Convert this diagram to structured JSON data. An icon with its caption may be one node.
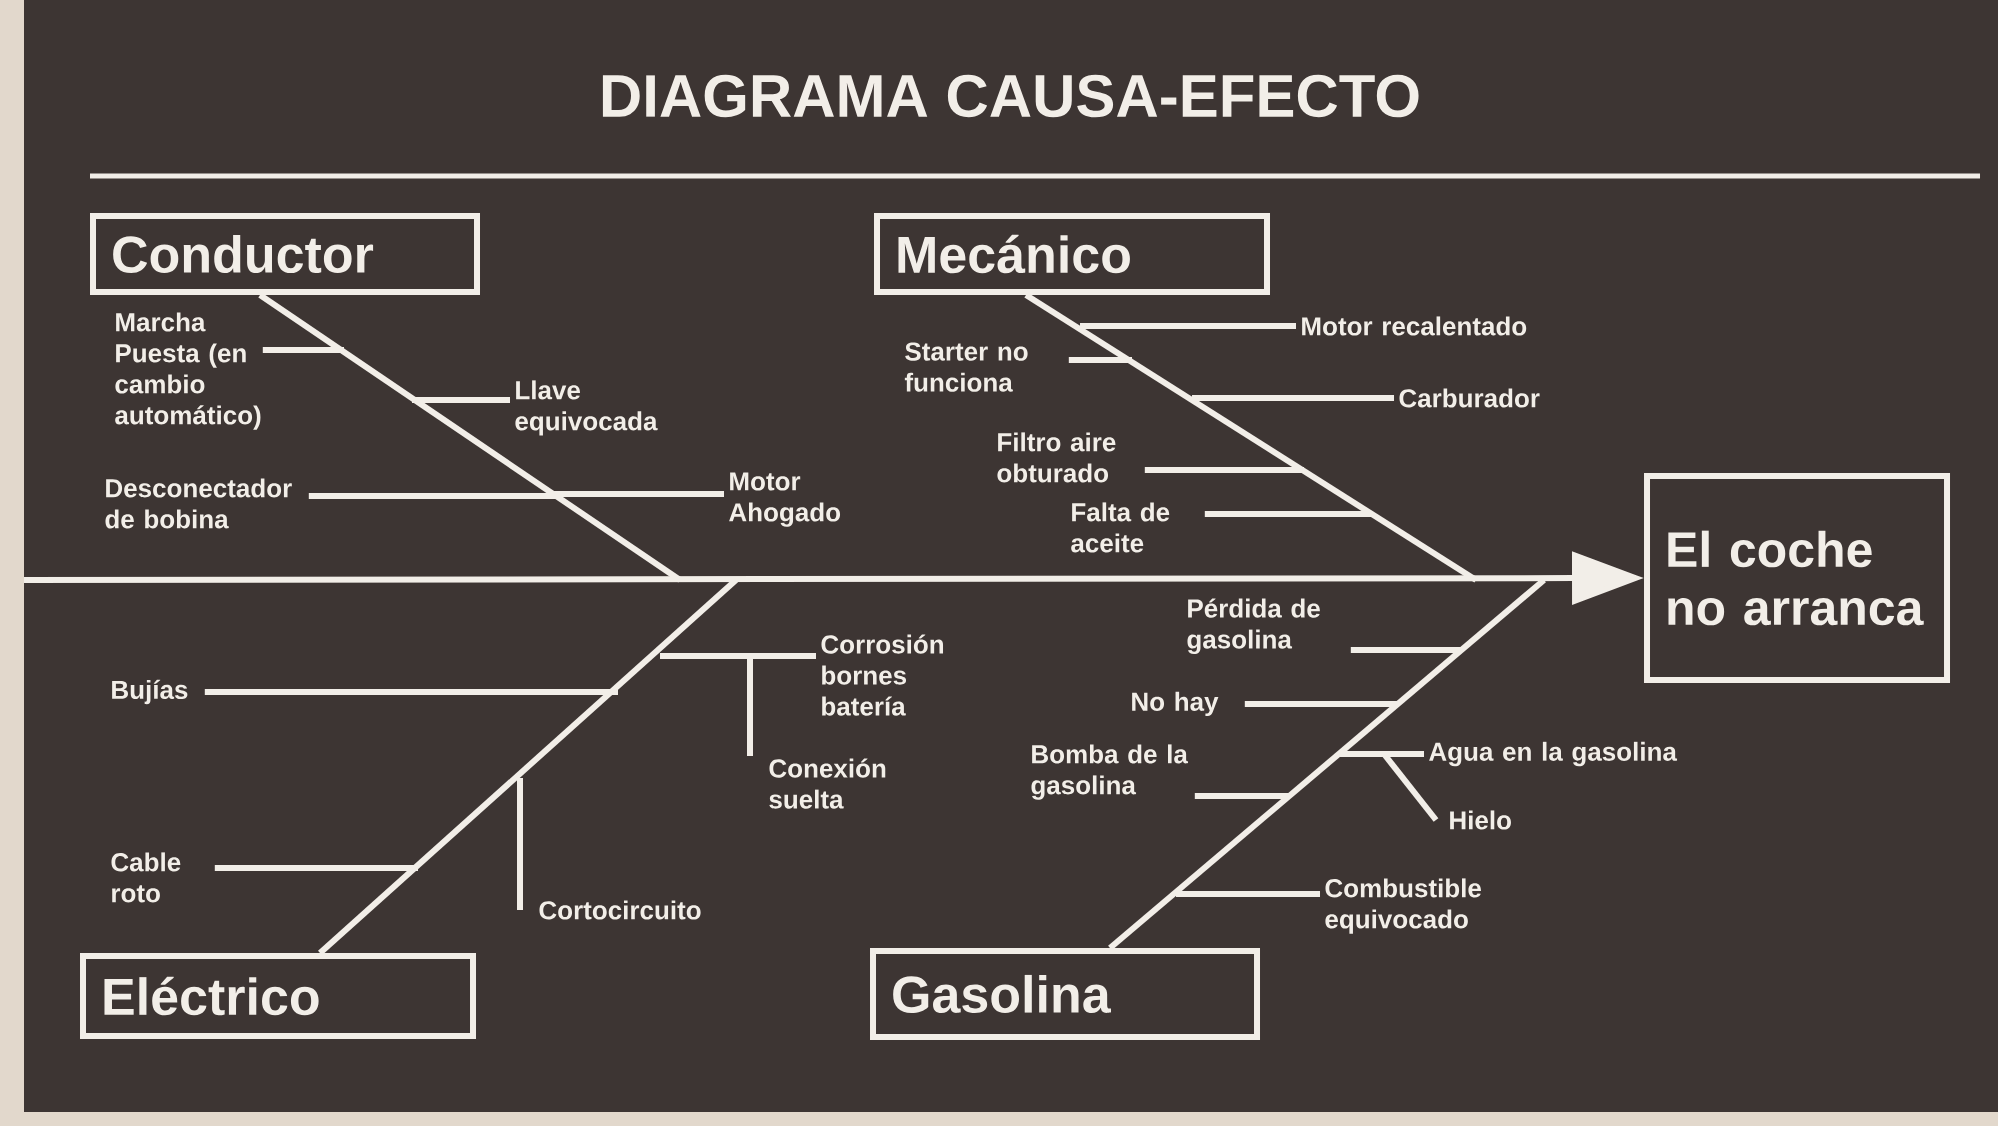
{
  "diagram": {
    "title": "DIAGRAMA CAUSA-EFECTO",
    "nodes": [
      {
        "text": [
          "Conductor"
        ]
      },
      {
        "text": [
          "Marcha Puesta (en cambio automático)"
        ]
      },
      {
        "text": [
          "Llave equivocada"
        ]
      },
      {
        "text": [
          "Desconectador de bobina"
        ]
      },
      {
        "text": [
          "Motor Ahogado"
        ]
      },
      {
        "text": [
          "Mecánico"
        ]
      },
      {
        "text": [
          "Motor recalentado"
        ]
      },
      {
        "text": [
          "Starter no funciona"
        ]
      },
      {
        "text": [
          "Carburador"
        ]
      },
      {
        "text": [
          "Filtro aire obturado"
        ]
      },
      {
        "text": [
          "Falta de aceite"
        ]
      },
      {
        "text": [
          "El coche no arranca"
        ]
      },
      {
        "text": [
          "Bujías"
        ]
      },
      {
        "text": [
          "Corrosión bornes batería"
        ]
      },
      {
        "text": [
          "Conexión suelta"
        ]
      },
      {
        "text": [
          "Cable roto"
        ]
      },
      {
        "text": [
          "Cortocircuito"
        ]
      },
      {
        "text": [
          "Eléctrico"
        ]
      },
      {
        "text": [
          "Pérdida de gasolina"
        ]
      },
      {
        "text": [
          "No hay"
        ]
      },
      {
        "text": [
          "Agua en la gasolina"
        ]
      },
      {
        "text": [
          "Hielo"
        ]
      },
      {
        "text": [
          "Bomba de la gasolina"
        ]
      },
      {
        "text": [
          "Combustible equivocado"
        ]
      },
      {
        "text": [
          "Gasolina"
        ]
      }
    ],
    "edges": [
      {
        "from": null,
        "to": 11,
        "arrow": "to"
      },
      {
        "from": 0,
        "to": null,
        "arrow": "none"
      },
      {
        "from": 5,
        "to": null,
        "arrow": "none"
      },
      {
        "from": 17,
        "to": null,
        "arrow": "none"
      },
      {
        "from": 24,
        "to": null,
        "arrow": "none"
      },
      {
        "from": 1,
        "to": null,
        "arrow": "none"
      },
      {
        "from": 2,
        "to": null,
        "arrow": "none"
      },
      {
        "from": 3,
        "to": null,
        "arrow": "none"
      },
      {
        "from": 4,
        "to": null,
        "arrow": "none"
      },
      {
        "from": 6,
        "to": null,
        "arrow": "none"
      },
      {
        "from": 7,
        "to": null,
        "arrow": "none"
      },
      {
        "from": 8,
        "to": null,
        "arrow": "none"
      },
      {
        "from": 9,
        "to": null,
        "arrow": "none"
      },
      {
        "from": 10,
        "to": null,
        "arrow": "none"
      },
      {
        "from": 12,
        "to": null,
        "arrow": "none"
      },
      {
        "from": 13,
        "to": null,
        "arrow": "none"
      },
      {
        "from": 14,
        "to": null,
        "arrow": "none"
      },
      {
        "from": 15,
        "to": null,
        "arrow": "none"
      },
      {
        "from": 16,
        "to": null,
        "arrow": "none"
      },
      {
        "from": 18,
        "to": null,
        "arrow": "none"
      },
      {
        "from": 19,
        "to": null,
        "arrow": "none"
      },
      {
        "from": 20,
        "to": null,
        "arrow": "none"
      },
      {
        "from": 21,
        "to": null,
        "arrow": "none"
      },
      {
        "from": 22,
        "to": null,
        "arrow": "none"
      },
      {
        "from": 23,
        "to": null,
        "arrow": "none"
      }
    ]
  }
}
